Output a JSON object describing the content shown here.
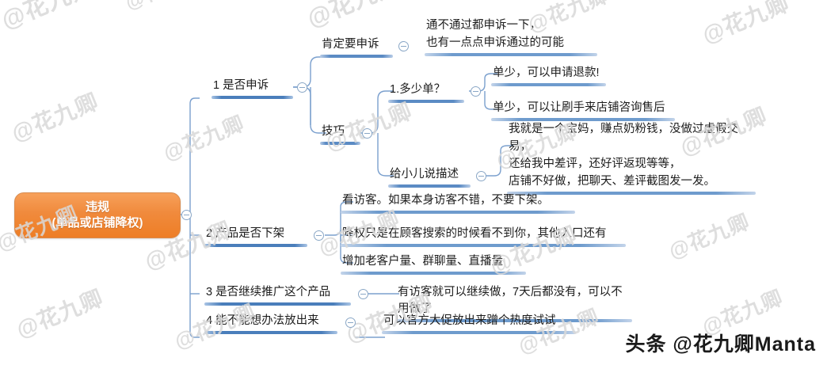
{
  "brand": {
    "text": "头条 @花九卿Manta"
  },
  "watermark": {
    "text": "@花九卿"
  },
  "colors": {
    "root_fill_top": "#f7a05a",
    "root_fill_bottom": "#ee7e26",
    "root_border": "#d98b4e",
    "root_text": "#ffffff",
    "branch_line": "#6e9bcd",
    "bar_main": "#4a7ebb",
    "toggle_border": "#8aa7c6",
    "node_text": "#1c1c1c",
    "watermark": "#d9d9d9",
    "background": "#ffffff"
  },
  "root": {
    "line1": "违规",
    "line2": "(单品或店铺降权)",
    "toggle": "collapse-toggle"
  },
  "branches": [
    {
      "id": "b1",
      "label": "1 是否申诉",
      "children": [
        {
          "id": "b1-1",
          "label": "肯定要申诉",
          "children": [
            {
              "id": "b1-1-1",
              "label": "通不通过都申诉一下，\n也有一点点申诉通过的可能"
            }
          ]
        },
        {
          "id": "b1-2",
          "label": "技巧",
          "children": [
            {
              "id": "b1-2-1",
              "label": "1.多少单？",
              "children": [
                {
                  "id": "b1-2-1-1",
                  "label": "单少，可以申请退款!"
                },
                {
                  "id": "b1-2-1-2",
                  "label": "单少，可以让刷手来店铺咨询售后"
                }
              ]
            },
            {
              "id": "b1-2-2",
              "label": "给小儿说描述",
              "children": [
                {
                  "id": "b1-2-2-1",
                  "label": "我就是一个宝妈，赚点奶粉钱，没做过虚假交易，\n还给我中差评，还好评返现等等，\n店铺不好做，把聊天、差评截图发一发。"
                }
              ]
            }
          ]
        }
      ]
    },
    {
      "id": "b2",
      "label": "2 产品是否下架",
      "children": [
        {
          "id": "b2-1",
          "label": "看访客。如果本身访客不错，不要下架。"
        },
        {
          "id": "b2-2",
          "label": "降权只是在顾客搜索的时候看不到你，其他入口还有"
        },
        {
          "id": "b2-3",
          "label": "增加老客户量、群聊量、直播量"
        }
      ]
    },
    {
      "id": "b3",
      "label": "3 是否继续推广这个产品",
      "children": [
        {
          "id": "b3-1",
          "label": "有访客就可以继续做，7天后都没有，可以不用做了"
        }
      ]
    },
    {
      "id": "b4",
      "label": "4 能不能想办法放出来",
      "children": [
        {
          "id": "b4-1",
          "label": "可以官方大促放出来蹭个热度试试"
        }
      ]
    }
  ]
}
